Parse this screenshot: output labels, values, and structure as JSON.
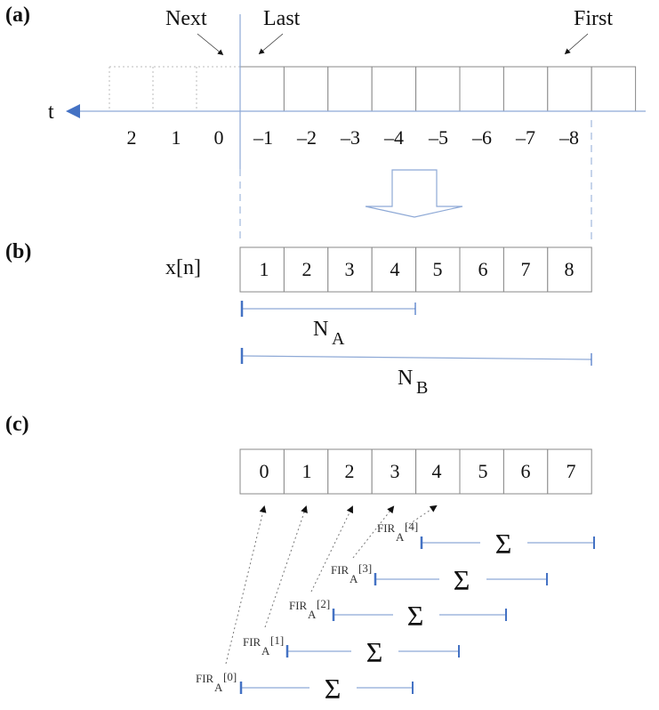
{
  "panels": {
    "a": "(a)",
    "b": "(b)",
    "c": "(c)"
  },
  "panel_a": {
    "pointers": {
      "next": "Next",
      "last": "Last",
      "first": "First"
    },
    "axis_label": "t",
    "time_labels": [
      "2",
      "1",
      "0",
      "–1",
      "–2",
      "–3",
      "–4",
      "–5",
      "–6",
      "–7",
      "–8"
    ]
  },
  "panel_b": {
    "array_label": "x[n]",
    "cells": [
      "1",
      "2",
      "3",
      "4",
      "5",
      "6",
      "7",
      "8"
    ],
    "spans": [
      {
        "name": "N",
        "sub": "A"
      },
      {
        "name": "N",
        "sub": "B"
      }
    ]
  },
  "panel_c": {
    "cells": [
      "0",
      "1",
      "2",
      "3",
      "4",
      "5",
      "6",
      "7"
    ],
    "filters": [
      {
        "label": "FIR",
        "sub": "A",
        "idx": "[0]",
        "sum": "Σ"
      },
      {
        "label": "FIR",
        "sub": "A",
        "idx": "[1]",
        "sum": "Σ"
      },
      {
        "label": "FIR",
        "sub": "A",
        "idx": "[2]",
        "sum": "Σ"
      },
      {
        "label": "FIR",
        "sub": "A",
        "idx": "[3]",
        "sum": "Σ"
      },
      {
        "label": "FIR",
        "sub": "A",
        "idx": "[4]",
        "sum": "Σ"
      }
    ]
  },
  "colors": {
    "accent": "#4472C4",
    "line": "#8EA9D6",
    "cell_border": "#888888"
  }
}
